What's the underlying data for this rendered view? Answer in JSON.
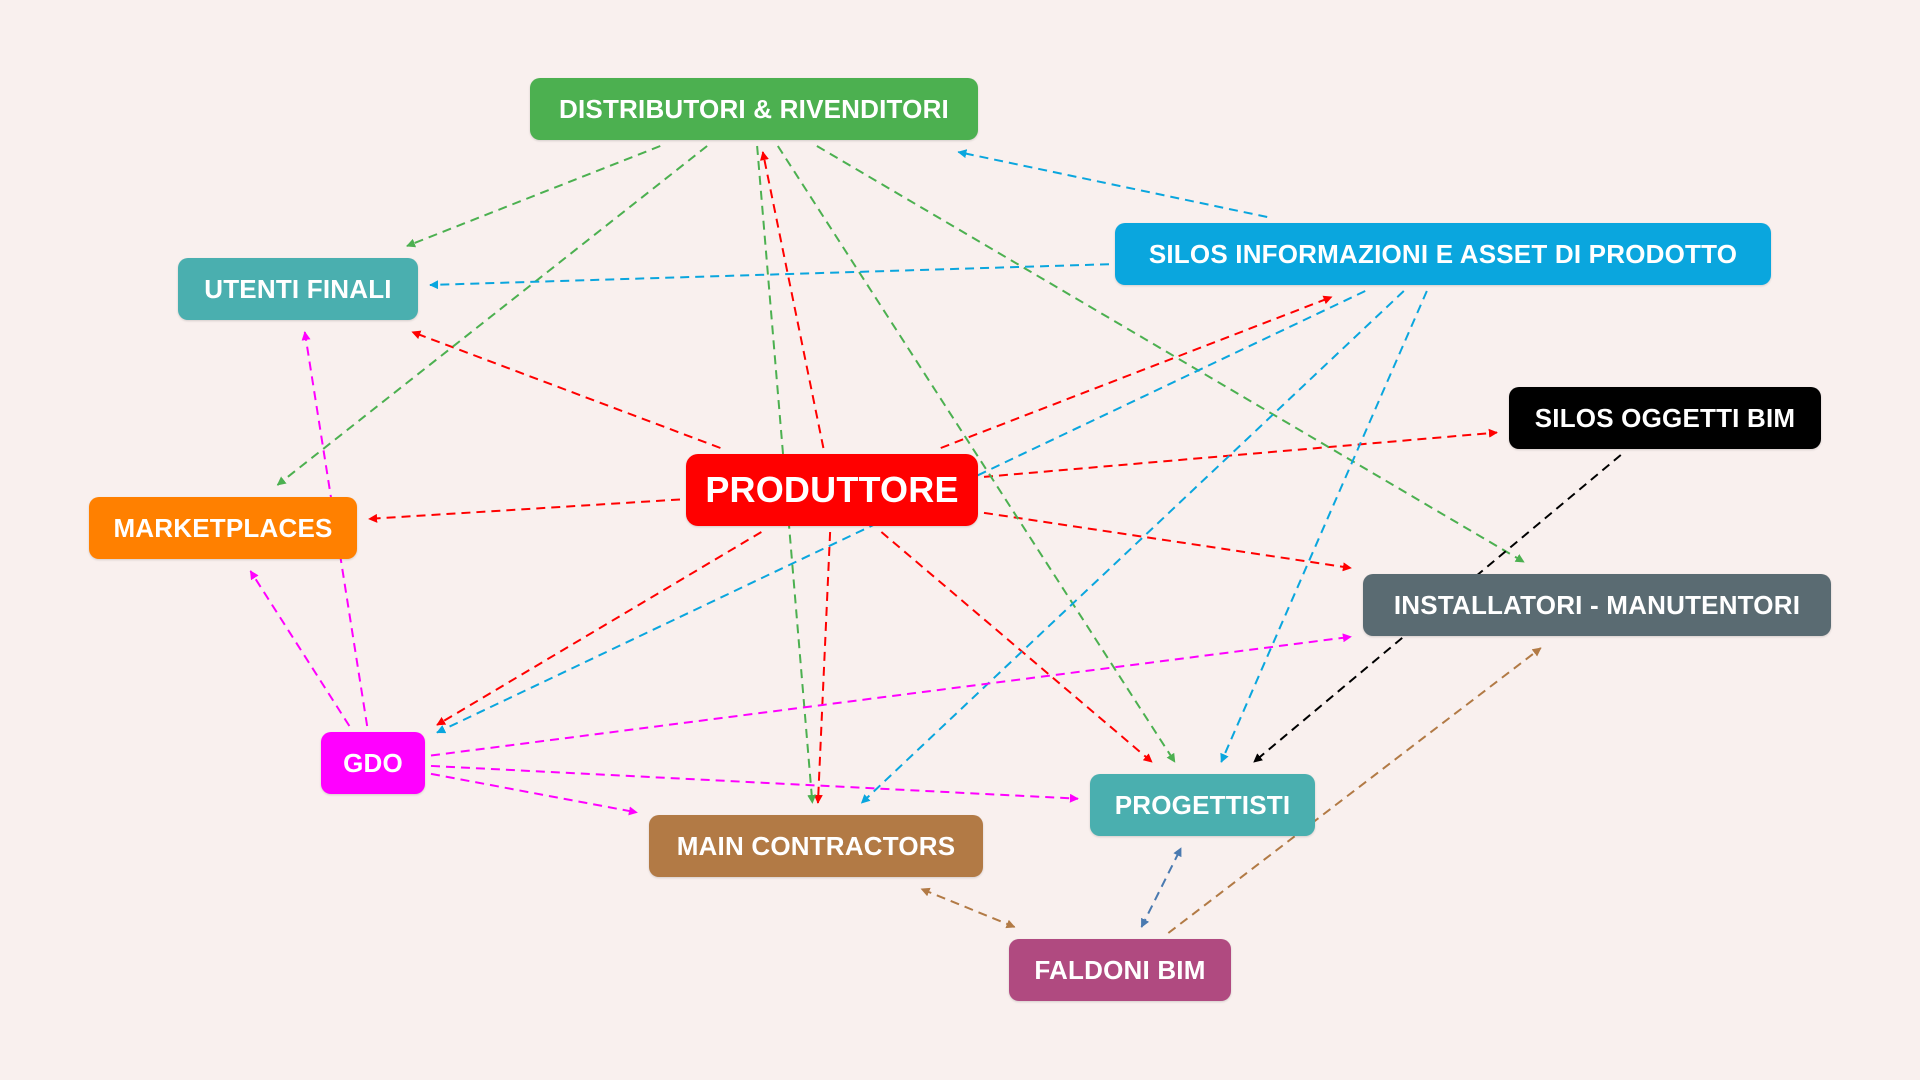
{
  "nodes": {
    "distributori": {
      "label": "DISTRIBUTORI & RIVENDITORI",
      "color": "#4cb050"
    },
    "utenti": {
      "label": "UTENTI FINALI",
      "color": "#4aafaf"
    },
    "silos_info": {
      "label": "SILOS INFORMAZIONI E ASSET DI PRODOTTO",
      "color": "#0aa6de"
    },
    "silos_bim": {
      "label": "SILOS OGGETTI BIM",
      "color": "#000000"
    },
    "produttore": {
      "label": "PRODUTTORE",
      "color": "#ff0000"
    },
    "marketplaces": {
      "label": "MARKETPLACES",
      "color": "#ff8000"
    },
    "installatori": {
      "label": "INSTALLATORI - MANUTENTORI",
      "color": "#5a6b72"
    },
    "gdo": {
      "label": "GDO",
      "color": "#ff00ff"
    },
    "progettisti": {
      "label": "PROGETTISTI",
      "color": "#4aafaf"
    },
    "main": {
      "label": "MAIN CONTRACTORS",
      "color": "#b27a45"
    },
    "faldoni": {
      "label": "FALDONI BIM",
      "color": "#b04a80"
    }
  },
  "edge_colors": {
    "red": "#ff0000",
    "green": "#4cb050",
    "blue": "#0aa6de",
    "magenta": "#ff00ff",
    "black": "#000000",
    "brown": "#b27a45",
    "steel": "#4a7ab0"
  },
  "edges": [
    {
      "from": "produttore",
      "to": "utenti",
      "color": "red",
      "arrow": "end"
    },
    {
      "from": "produttore",
      "to": "marketplaces",
      "color": "red",
      "arrow": "end"
    },
    {
      "from": "produttore",
      "to": "distributori",
      "color": "red",
      "arrow": "end"
    },
    {
      "from": "produttore",
      "to": "silos_info",
      "color": "red",
      "arrow": "end"
    },
    {
      "from": "produttore",
      "to": "silos_bim",
      "color": "red",
      "arrow": "end"
    },
    {
      "from": "produttore",
      "to": "installatori",
      "color": "red",
      "arrow": "end"
    },
    {
      "from": "produttore",
      "to": "gdo",
      "color": "red",
      "arrow": "end"
    },
    {
      "from": "produttore",
      "to": "main",
      "color": "red",
      "arrow": "end"
    },
    {
      "from": "produttore",
      "to": "progettisti",
      "color": "red",
      "arrow": "end"
    },
    {
      "from": "distributori",
      "to": "utenti",
      "color": "green",
      "arrow": "end"
    },
    {
      "from": "distributori",
      "to": "marketplaces",
      "color": "green",
      "arrow": "end"
    },
    {
      "from": "distributori",
      "to": "main",
      "color": "green",
      "arrow": "end"
    },
    {
      "from": "distributori",
      "to": "progettisti",
      "color": "green",
      "arrow": "end"
    },
    {
      "from": "distributori",
      "to": "installatori",
      "color": "green",
      "arrow": "end"
    },
    {
      "from": "silos_info",
      "to": "distributori",
      "color": "blue",
      "arrow": "end"
    },
    {
      "from": "silos_info",
      "to": "utenti",
      "color": "blue",
      "arrow": "end"
    },
    {
      "from": "silos_info",
      "to": "gdo",
      "color": "blue",
      "arrow": "end"
    },
    {
      "from": "silos_info",
      "to": "main",
      "color": "blue",
      "arrow": "end"
    },
    {
      "from": "silos_info",
      "to": "progettisti",
      "color": "blue",
      "arrow": "end"
    },
    {
      "from": "gdo",
      "to": "utenti",
      "color": "magenta",
      "arrow": "end"
    },
    {
      "from": "gdo",
      "to": "marketplaces",
      "color": "magenta",
      "arrow": "end"
    },
    {
      "from": "gdo",
      "to": "installatori",
      "color": "magenta",
      "arrow": "end"
    },
    {
      "from": "gdo",
      "to": "progettisti",
      "color": "magenta",
      "arrow": "end"
    },
    {
      "from": "gdo",
      "to": "main",
      "color": "magenta",
      "arrow": "end"
    },
    {
      "from": "silos_bim",
      "to": "progettisti",
      "color": "black",
      "arrow": "end"
    },
    {
      "from": "faldoni",
      "to": "main",
      "color": "brown",
      "arrow": "both"
    },
    {
      "from": "faldoni",
      "to": "installatori",
      "color": "brown",
      "arrow": "end"
    },
    {
      "from": "faldoni",
      "to": "progettisti",
      "color": "steel",
      "arrow": "both"
    }
  ]
}
